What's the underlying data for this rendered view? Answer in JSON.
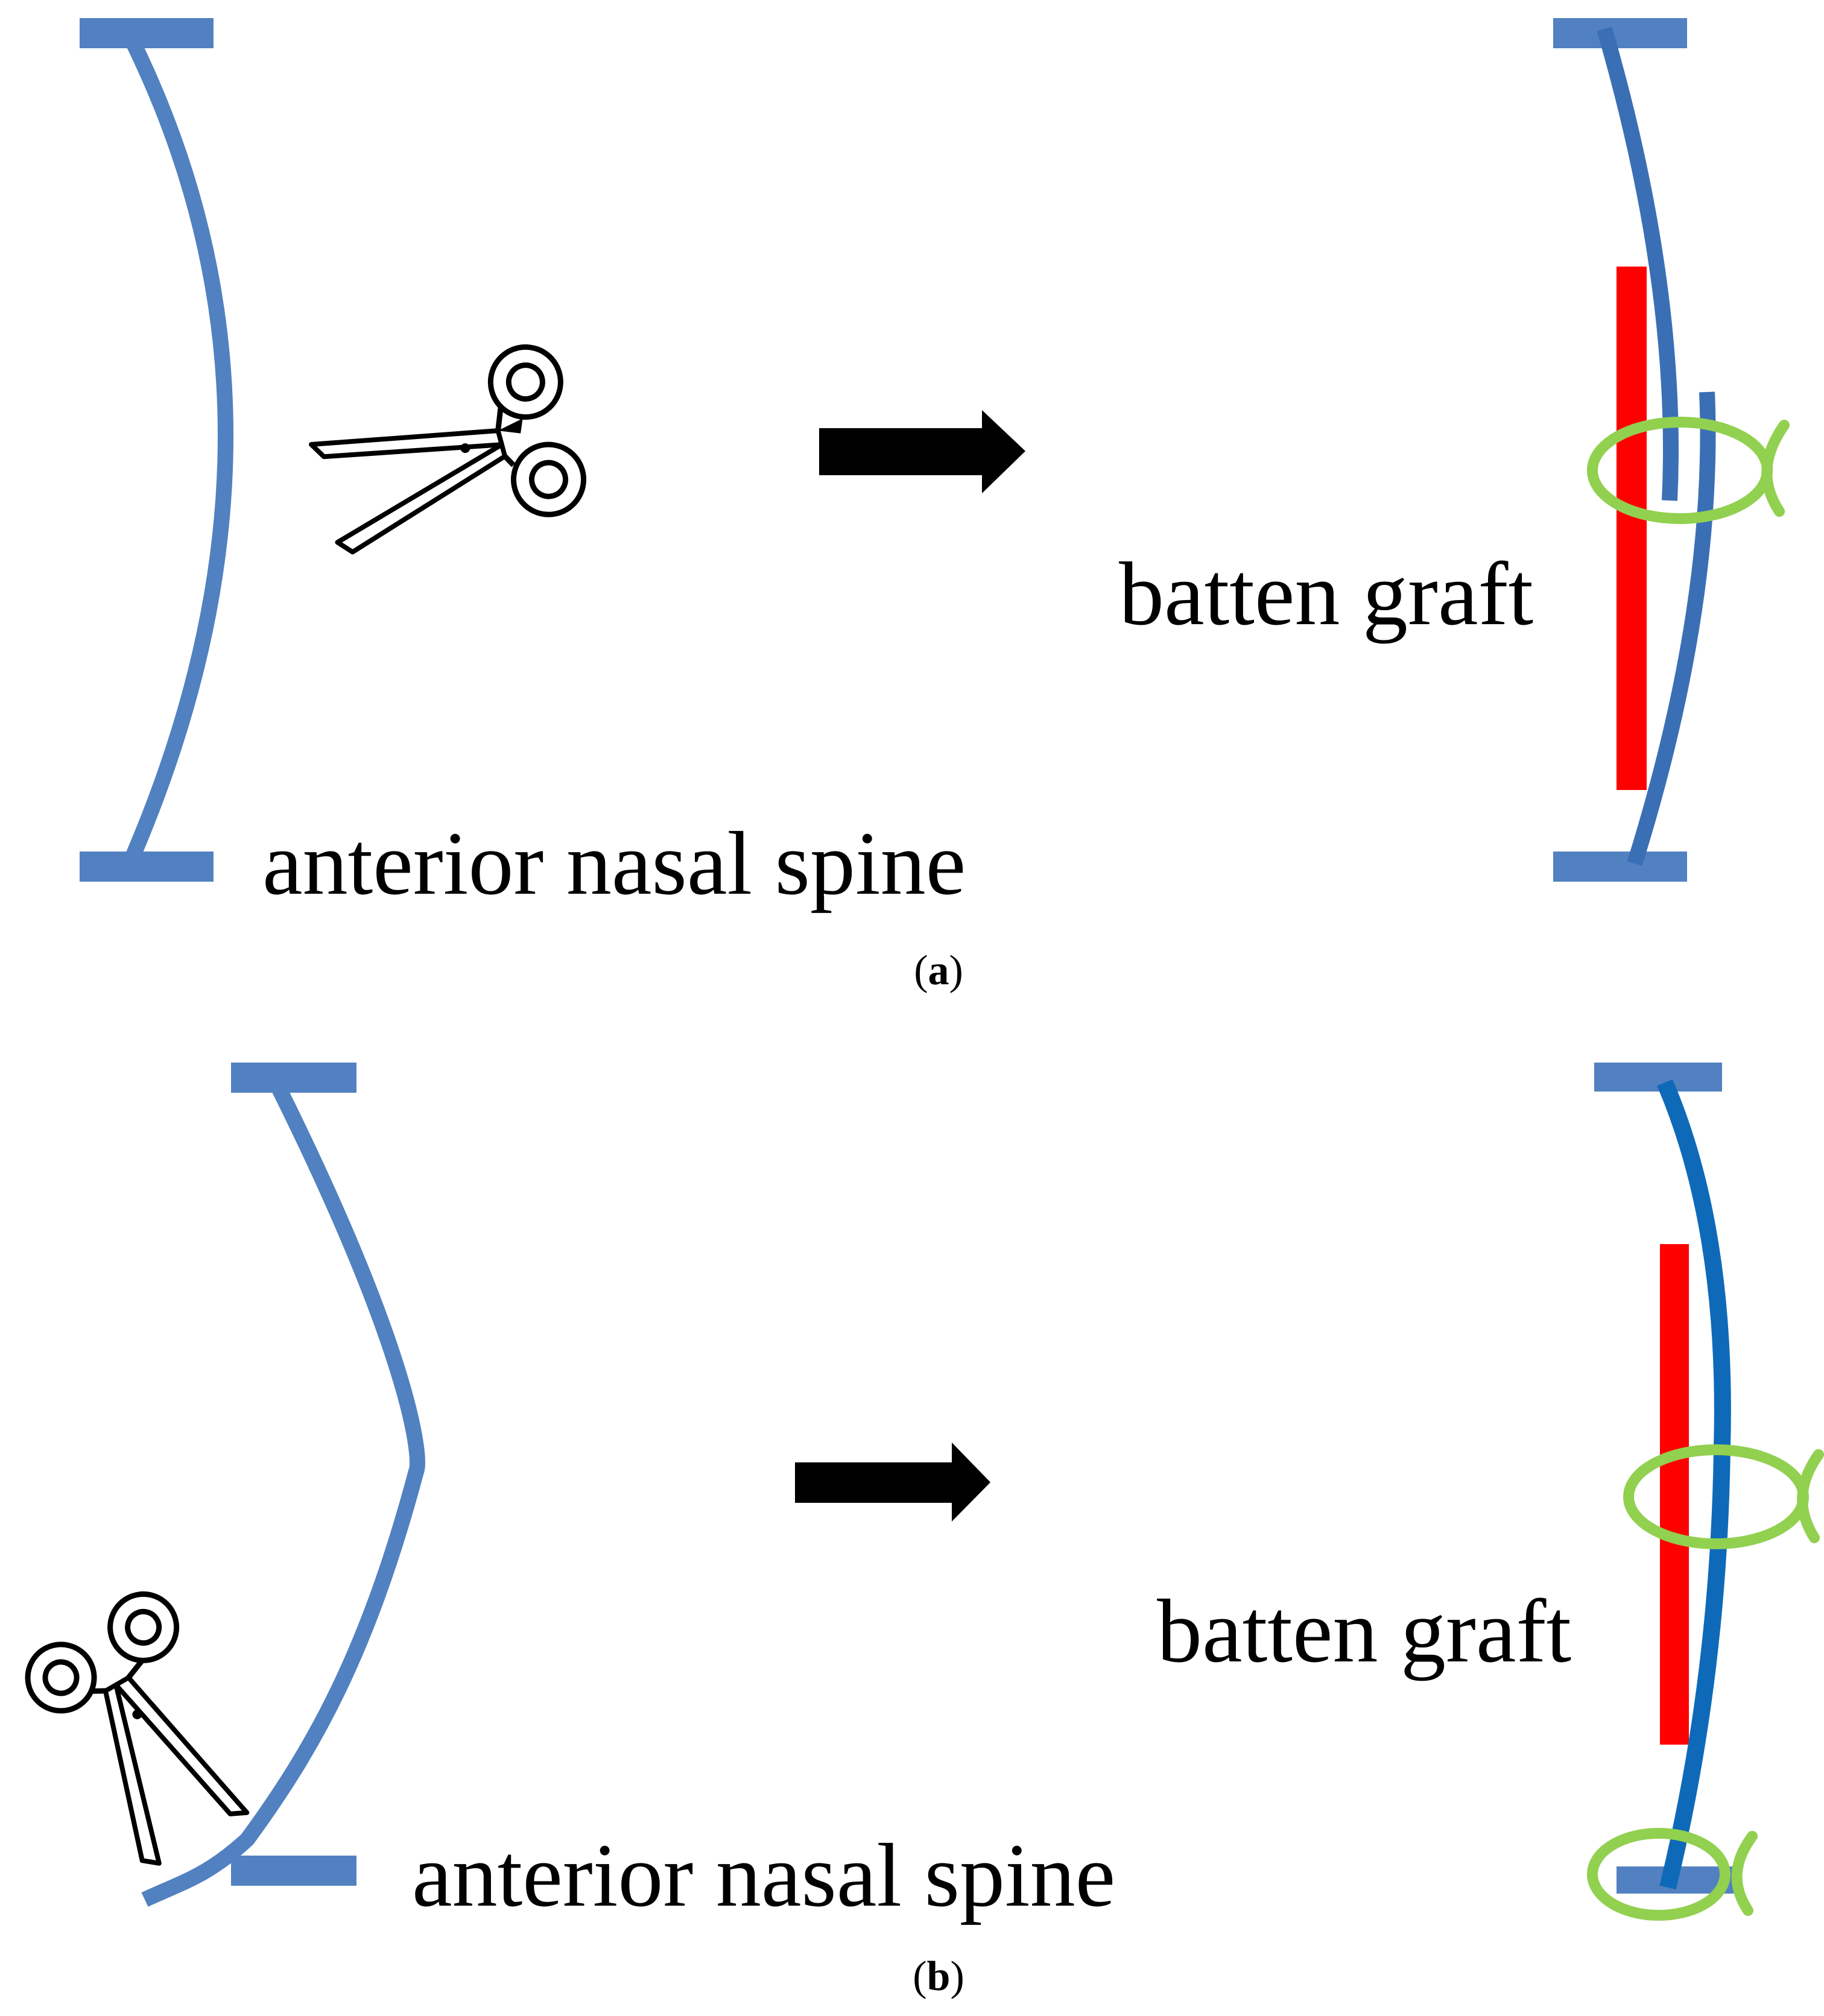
{
  "panel_a": {
    "label_ans": "anterior nasal spine",
    "label_graft": "batten graft",
    "caption_open": "(",
    "caption_letter": "a",
    "caption_close": ")"
  },
  "panel_b": {
    "label_ans": "anterior nasal spine",
    "label_graft": "batten graft",
    "caption_open": "(",
    "caption_letter": "b",
    "caption_close": ")"
  },
  "colors": {
    "septum": "#5181C0",
    "septum_dark": "#3A6FB5",
    "septum_b_right": "#0E6AB8",
    "graft": "#FF0000",
    "suture": "#92D050",
    "arrow": "#000000"
  },
  "icons": {
    "scissors": "scissors-icon",
    "arrow": "arrow-right-icon",
    "suture": "suture-loop-icon"
  }
}
